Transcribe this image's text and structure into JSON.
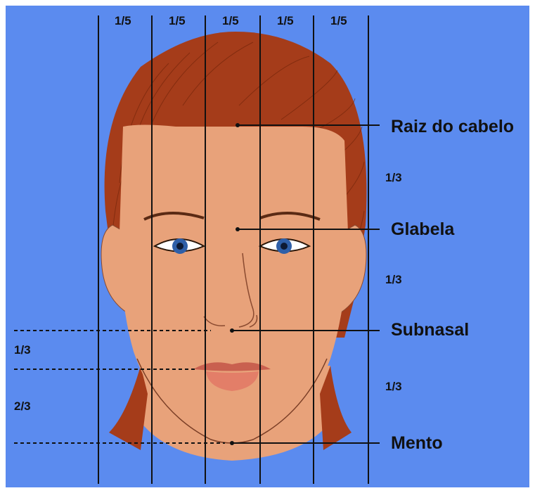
{
  "fifths": [
    "1/5",
    "1/5",
    "1/5",
    "1/5",
    "1/5"
  ],
  "landmarks": [
    "Raiz do cabelo",
    "Glabela",
    "Subnasal",
    "Mento"
  ],
  "thirds": [
    "1/3",
    "1/3",
    "1/3"
  ],
  "lower_face": [
    "1/3",
    "2/3"
  ],
  "colors": {
    "background": "#5b8bef",
    "skin": "#e8a27a",
    "skin_shadow": "#c98563",
    "hair": "#a53c1a",
    "hair_dark": "#6e2208",
    "lips": "#d9705f",
    "iris": "#2e5fa8",
    "lines": "#111111"
  }
}
